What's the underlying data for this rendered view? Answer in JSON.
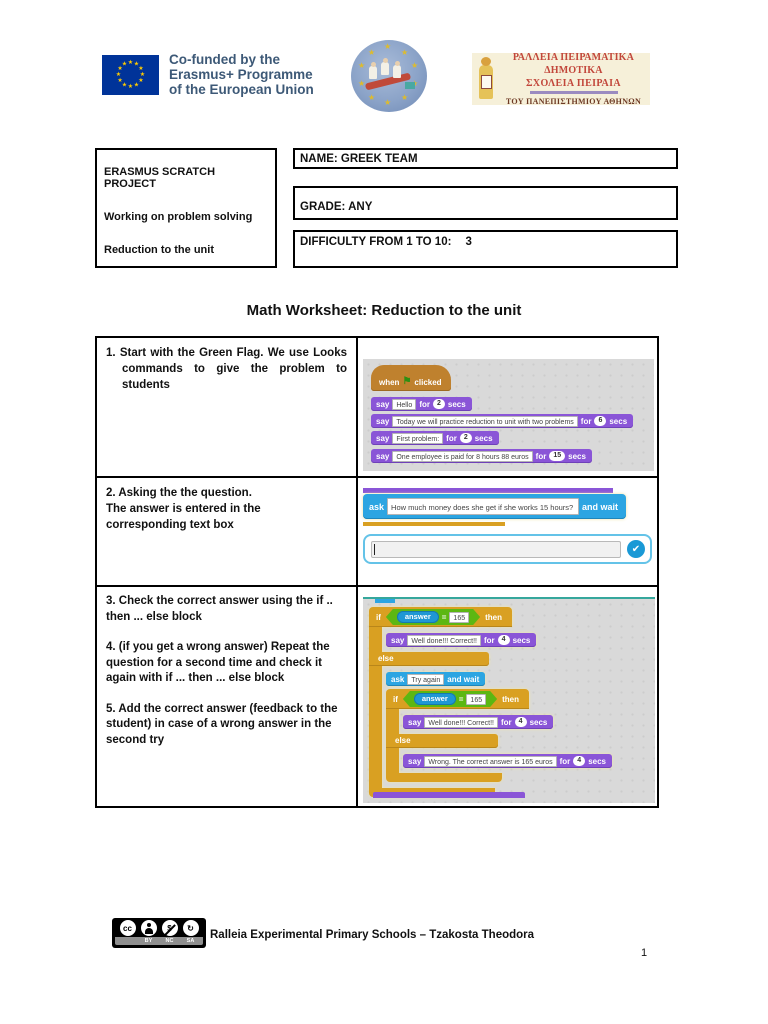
{
  "header": {
    "eu": {
      "lines": [
        "Co-funded by the",
        "Erasmus+ Programme",
        "of the European Union"
      ]
    },
    "school_banner": {
      "line1": "ΡΑΛΛΕΙΑ  ΠΕΙΡΑΜΑΤΙΚΑ  ΔΗΜΟΤΙΚΑ",
      "line2": "ΣΧΟΛΕΙΑ  ΠΕΙΡΑΙΑ",
      "line3": "ΤΟΥ ΠΑΝΕΠΙΣΤΗΜΙΟΥ ΑΘΗΝΩΝ"
    }
  },
  "info": {
    "project": {
      "line1": "ERASMUS SCRATCH PROJECT",
      "line2": "Working on problem solving",
      "line3": "Reduction to the unit"
    },
    "name": "NAME: GREEK TEAM",
    "grade": "GRADE: ANY",
    "difficulty_label": "DIFFICULTY FROM 1 TO 10:",
    "difficulty_value": "3"
  },
  "title": "Math Worksheet: Reduction to the unit",
  "steps": {
    "s1_pre": "1. Start with the Green Flag. We use ",
    "s1_bold": "Looks",
    "s1_post": " commands to give the problem to students",
    "s2": "2.  Asking the the question.\nThe answer is entered in the\ncorresponding text box",
    "s3": "3. Check the correct answer using the if .. then ... else block",
    "s4": "4. (if you get a wrong answer) Repeat the question for  a second time and check it again with if ... then ... else block",
    "s5": "5. Add the correct answer (feedback to the student) in case of a wrong answer in the second try"
  },
  "scratch": {
    "kw": {
      "when": "when",
      "clicked": "clicked",
      "say": "say",
      "for": "for",
      "secs": "secs",
      "ask": "ask",
      "and_wait": "and wait",
      "if": "if",
      "then": "then",
      "else": "else",
      "answer": "answer",
      "eq": "="
    },
    "script1": {
      "say1": {
        "text": "Hello",
        "secs": "2"
      },
      "say2": {
        "text": "Today we will practice reduction to unit with two problems",
        "secs": "6"
      },
      "say3": {
        "text": "First problem:",
        "secs": "2"
      },
      "say4": {
        "text": "One employee is paid for 8 hours 88 euros",
        "secs": "15"
      }
    },
    "script2": {
      "ask_text": "How much money does she get if she works 15 hours?",
      "input_value": "",
      "check_glyph": "✔"
    },
    "script3": {
      "answer_value": "165",
      "say_correct": {
        "text": "Well done!!! Correct!!",
        "secs": "4"
      },
      "ask_retry": "Try again",
      "say_correct2": {
        "text": "Well done!!! Correct!!",
        "secs": "4"
      },
      "say_wrong": {
        "text": "Wrong. The correct answer is 165 euros",
        "secs": "4"
      }
    }
  },
  "footer": {
    "cc": {
      "cc_glyph": "cc",
      "nc_glyph": "$",
      "sa_glyph": "↻",
      "by": "BY",
      "nc": "NC",
      "sa": "SA"
    },
    "credit": "Ralleia Experimental Primary Schools – Tzakosta Theodora",
    "page": "1"
  },
  "colors": {
    "eu_blue": "#003399",
    "eu_star": "#ffcc00",
    "banner_red": "#c2473b",
    "scratch_looks": "#8a55d7",
    "scratch_events": "#bf812e",
    "scratch_sensing": "#2ca5e2",
    "scratch_control": "#d9a022",
    "scratch_operators": "#5cb712"
  }
}
